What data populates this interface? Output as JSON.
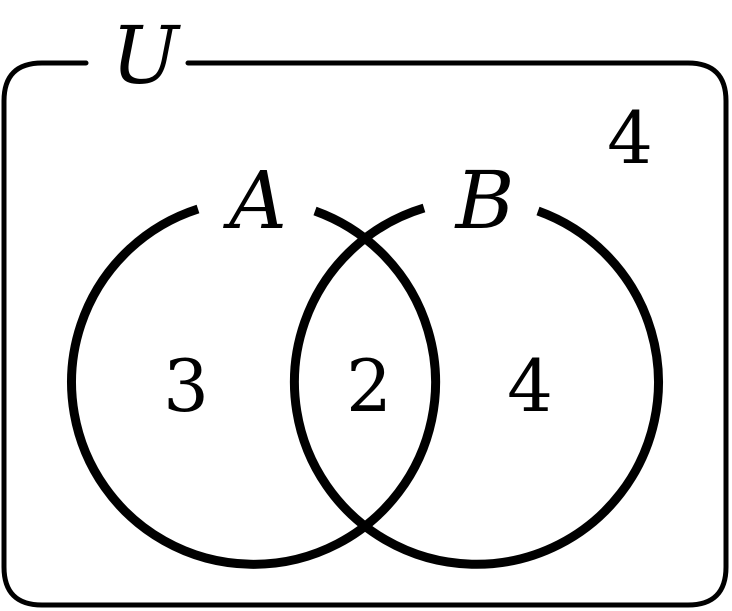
{
  "diagram": {
    "type": "venn",
    "universe": {
      "label": "U",
      "outside_count": "4"
    },
    "sets": [
      {
        "label": "A",
        "only_count": "3"
      },
      {
        "label": "B",
        "only_count": "4"
      }
    ],
    "intersection_count": "2",
    "colors": {
      "stroke": "#000000",
      "text": "#000000",
      "background": "#ffffff"
    }
  }
}
